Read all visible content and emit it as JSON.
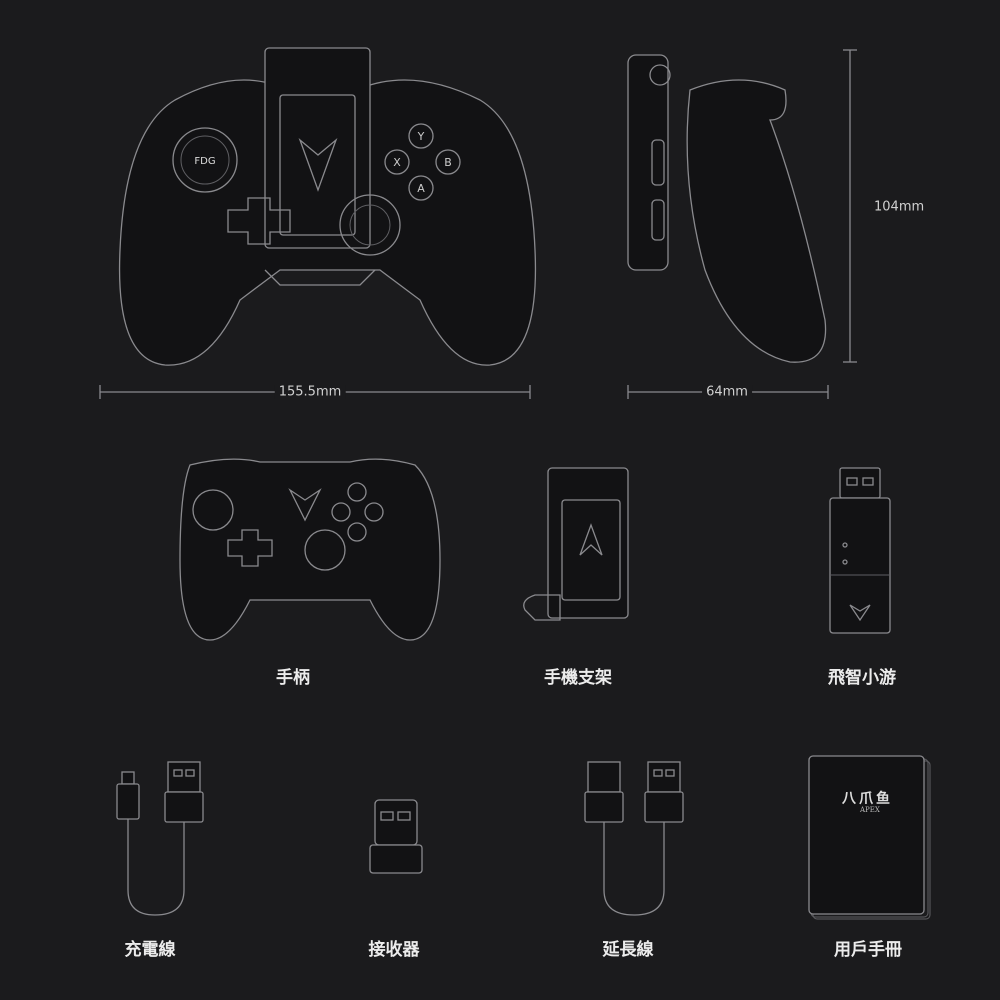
{
  "dimensions": {
    "width": "155.5mm",
    "depth": "64mm",
    "height": "104mm"
  },
  "items": [
    {
      "label": "手柄"
    },
    {
      "label": "手機支架"
    },
    {
      "label": "飛智小游"
    },
    {
      "label": "充電線"
    },
    {
      "label": "接收器"
    },
    {
      "label": "延長線"
    },
    {
      "label": "用戶手冊"
    }
  ],
  "controller": {
    "brand_mark": "FDG",
    "buttons": [
      "Y",
      "X",
      "B",
      "A"
    ]
  },
  "manual": {
    "title": "八爪鱼",
    "subtitle": "APEX"
  }
}
